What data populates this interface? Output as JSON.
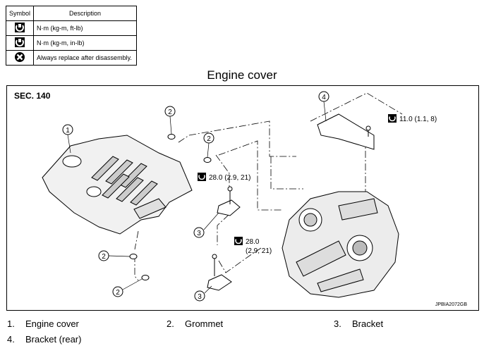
{
  "legend": {
    "header_symbol": "Symbol",
    "header_description": "Description",
    "rows": [
      {
        "icon": "torque-nm-ftlb-icon",
        "text": "N·m (kg-m, ft-lb)"
      },
      {
        "icon": "torque-nm-inlb-icon",
        "text": "N·m (kg-m, in-lb)"
      },
      {
        "icon": "always-replace-icon",
        "text": "Always replace after disassembly."
      }
    ]
  },
  "title": "Engine cover",
  "diagram": {
    "section": "SEC. 140",
    "callouts": {
      "c1": "1",
      "c2a": "2",
      "c2b": "2",
      "c2c": "2",
      "c2d": "2",
      "c3a": "3",
      "c3b": "3",
      "c4": "4"
    },
    "torques": {
      "t1": "11.0 (1.1, 8)",
      "t2": "28.0 (2.9, 21)",
      "t3_line1": "28.0",
      "t3_line2": "(2.9, 21)"
    },
    "code": "JPBIA2072GB"
  },
  "parts": [
    {
      "num": "1.",
      "name": "Engine cover"
    },
    {
      "num": "2.",
      "name": "Grommet"
    },
    {
      "num": "3.",
      "name": "Bracket"
    },
    {
      "num": "4.",
      "name": "Bracket (rear)"
    }
  ]
}
